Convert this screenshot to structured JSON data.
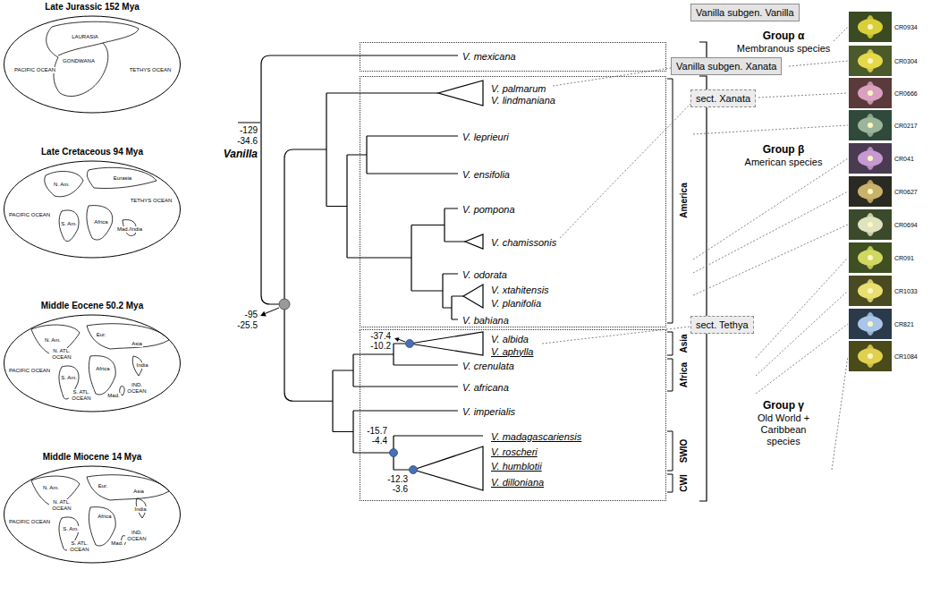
{
  "diagram": {
    "nodes": [
      {
        "text": [
          "Late Jurassic 152 Mya",
          "LAURASIA",
          "GONDWANA",
          "PACIFIC OCEAN",
          "TETHYS OCEAN"
        ]
      },
      {
        "text": [
          "Late Cretaceous 94 Mya",
          "Eurasia",
          "N. Am.",
          "PACIFIC OCEAN",
          "TETHYS OCEAN",
          "S. Am.",
          "Africa",
          "Mad./India"
        ]
      },
      {
        "text": [
          "Middle Eocene 50.2 Mya",
          "N. Am.",
          "Eur.",
          "Asia",
          "N. ATL. OCEAN",
          "PACIFIC OCEAN",
          "S. Am.",
          "Africa",
          "India",
          "IND. OCEAN",
          "S. ATL. OCEAN",
          "Mad."
        ]
      },
      {
        "text": [
          "Middle Miocene 14 Mya",
          "N. Am.",
          "Eur.",
          "Asia",
          "N. ATL. OCEAN",
          "India",
          "PACIFIC OCEAN",
          "Africa",
          "S. Am.",
          "IND. OCEAN",
          "S. ATL. OCEAN",
          "Mad."
        ]
      },
      {
        "text": [
          "Vanilla subgen. Vanilla"
        ]
      },
      {
        "text": [
          "V. mexicana"
        ]
      },
      {
        "text": [
          "Vanilla subgen. Xanata"
        ]
      },
      {
        "text": [
          "sect. Xanata"
        ]
      },
      {
        "text": [
          "V. palmarum",
          "V. lindmaniana",
          "V. leprieuri",
          "V. ensifolia",
          "V. pompona",
          "V. chamissonis",
          "V. odorata",
          "V. xtahitensis",
          "V. planifolia",
          "V. bahiana"
        ]
      },
      {
        "text": [
          "sect. Tethya"
        ]
      },
      {
        "text": [
          "V. albida",
          "V. aphylla",
          "V. crenulata",
          "V. africana",
          "V. imperialis",
          "V. madagascariensis",
          "V. roscheri",
          "V. humblotii",
          "V. dilloniana"
        ]
      }
    ],
    "labels": [
      "-129",
      "-34.6",
      "Vanilla",
      "-95",
      "-25.5",
      "-37.4",
      "-10.2",
      "-15.7",
      "-4.4",
      "-12.3",
      "-3.6",
      "Group α",
      "Membranous species",
      "Group β",
      "American species",
      "Group γ",
      "Old World + Caribbean species",
      "America",
      "Asia",
      "Africa",
      "SWIO",
      "CWI",
      "CR0934",
      "CR0304",
      "CR0666",
      "CR0217",
      "CR041",
      "CR0627",
      "CR0694",
      "CR091",
      "CR1033",
      "CR821",
      "CR1084"
    ]
  }
}
